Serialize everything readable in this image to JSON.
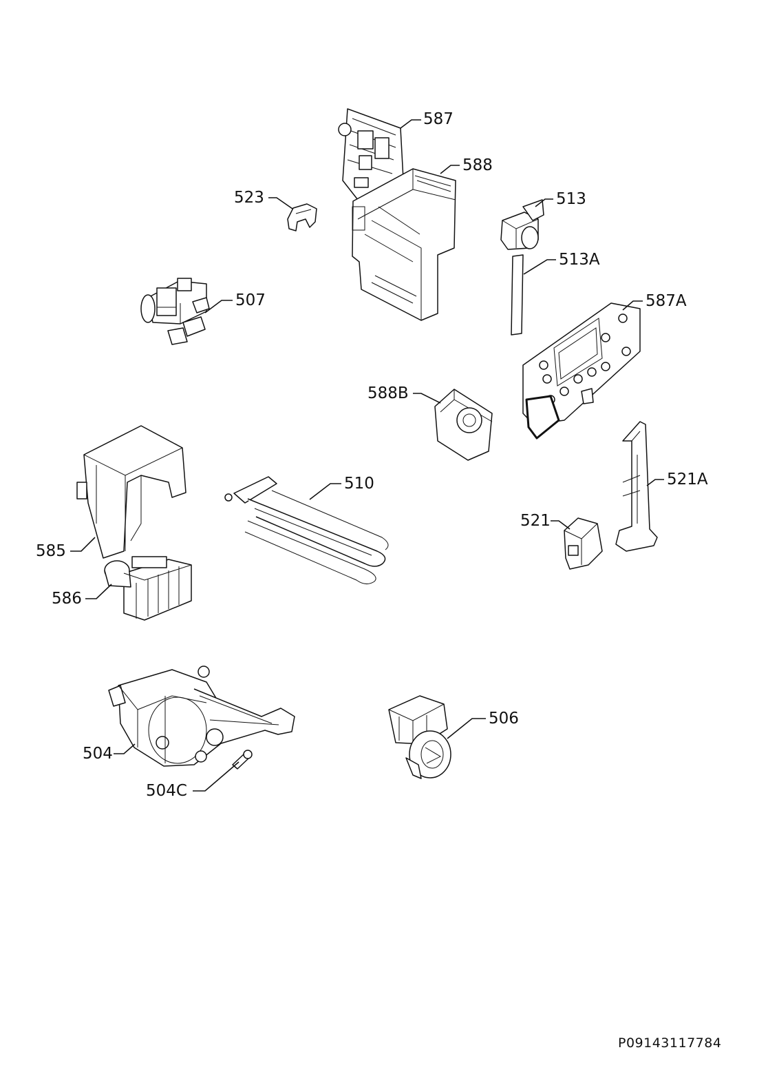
{
  "parts": [
    {
      "key": "p587",
      "label": "587"
    },
    {
      "key": "p588",
      "label": "588"
    },
    {
      "key": "p523",
      "label": "523"
    },
    {
      "key": "p513",
      "label": "513"
    },
    {
      "key": "p513a",
      "label": "513A"
    },
    {
      "key": "p507",
      "label": "507"
    },
    {
      "key": "p587a",
      "label": "587A"
    },
    {
      "key": "p588b",
      "label": "588B"
    },
    {
      "key": "p510",
      "label": "510"
    },
    {
      "key": "p521a",
      "label": "521A"
    },
    {
      "key": "p521",
      "label": "521"
    },
    {
      "key": "p585",
      "label": "585"
    },
    {
      "key": "p586",
      "label": "586"
    },
    {
      "key": "p506",
      "label": "506"
    },
    {
      "key": "p504",
      "label": "504"
    },
    {
      "key": "p504c",
      "label": "504C"
    }
  ],
  "document_id": "P09143117784"
}
